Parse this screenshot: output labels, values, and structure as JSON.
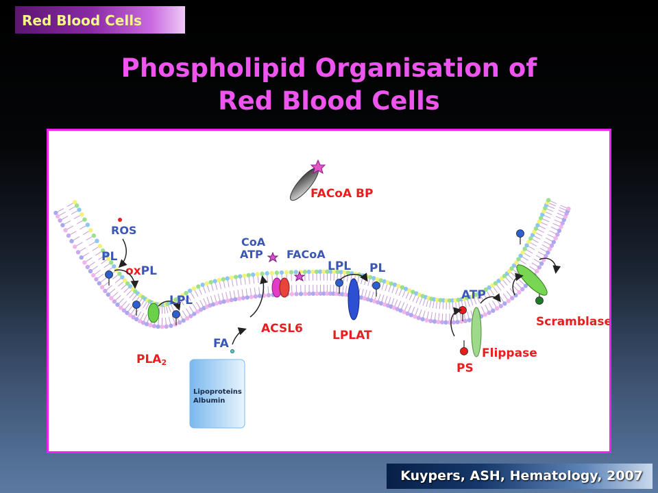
{
  "section_tag": "Red Blood Cells",
  "title_line1": "Phospholipid Organisation of",
  "title_line2": "Red Blood Cells",
  "citation": "Kuypers, ASH, Hematology, 2007",
  "diagram": {
    "facoa_bp": "FACoA BP",
    "ros": "ROS",
    "pl_left": "PL",
    "ox": "ox",
    "ox_pl": "PL",
    "lpl_left": "LPL",
    "pla": "PLA",
    "pla_sub": "2",
    "coa": "CoA",
    "atp_left": "ATP",
    "facoa": "FACoA",
    "acsl6": "ACSL6",
    "fa": "FA",
    "lipoproteins": "Lipoproteins",
    "albumin": "Albumin",
    "lpl_mid": "LPL",
    "pl_mid": "PL",
    "lplat": "LPLAT",
    "atp_right": "ATP",
    "ps": "PS",
    "flippase": "Flippase",
    "scramblase": "Scramblase"
  },
  "colors": {
    "title": "#ee55ee",
    "label_red": "#e81d1d",
    "label_blue": "#3b56b5",
    "frame_border": "#ee22ee"
  }
}
